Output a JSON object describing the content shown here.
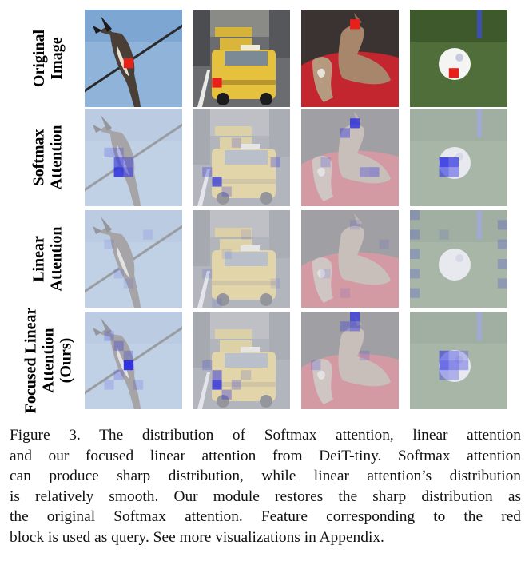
{
  "rows": [
    {
      "label_lines": [
        "Original",
        "Image"
      ]
    },
    {
      "label_lines": [
        "Softmax",
        "Attention"
      ]
    },
    {
      "label_lines": [
        "Linear",
        "Attention"
      ]
    },
    {
      "label_lines": [
        "Focused Linear",
        "Attention",
        "(Ours)"
      ]
    }
  ],
  "caption_lines": [
    "Figure 3.  The distribution of Softmax attention, linear attention",
    "and our focused linear attention from DeiT-tiny.  Softmax attention",
    "can produce sharp distribution, while linear attention’s distribution",
    "is relatively smooth.  Our module restores the sharp distribution as",
    "the original Softmax attention.  Feature corresponding to the red",
    "block is used as query. See more visualizations in Appendix."
  ],
  "colors": {
    "query_block": "#e8201a",
    "attention_block": "#2a2ee0",
    "overlay_tint": "#dfe2ec"
  },
  "columns": [
    {
      "subject": "bird-on-wire"
    },
    {
      "subject": "yellow-taxi-street"
    },
    {
      "subject": "two-dogs-on-red-cushion"
    },
    {
      "subject": "golf-ball-on-grass"
    }
  ]
}
